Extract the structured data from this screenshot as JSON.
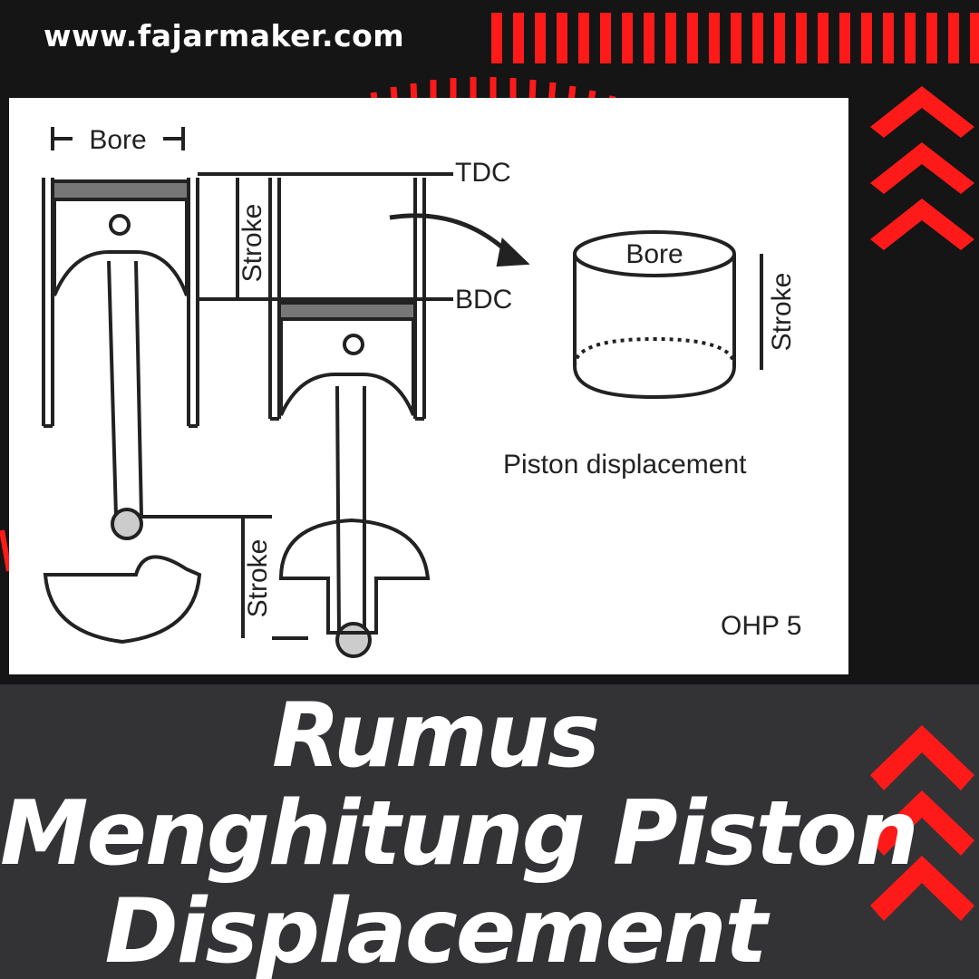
{
  "header": {
    "site_url": "www.fajarmaker.com"
  },
  "diagram": {
    "bore_label_left": "Bore",
    "stroke_label_upper": "Stroke",
    "tdc_label": "TDC",
    "bdc_label": "BDC",
    "bore_label_cylinder": "Bore",
    "stroke_label_cylinder": "Stroke",
    "caption": "Piston displacement",
    "stroke_label_lower": "Stroke",
    "slide_id": "OHP 5"
  },
  "title": {
    "line1": "Rumus",
    "line2": "Menghitung Piston",
    "line3": "Displacement"
  },
  "colors": {
    "accent_red": "#ff1a1a",
    "background_dark": "#151515",
    "banner_gray": "#333335",
    "text_white": "#ffffff"
  },
  "icons": [
    "chevron-up-icon"
  ]
}
